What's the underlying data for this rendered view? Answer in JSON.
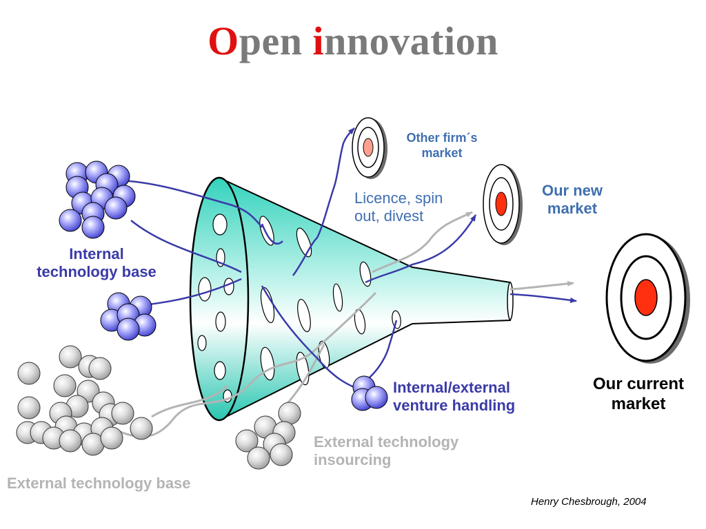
{
  "title": {
    "first_letter": "O",
    "rest_first": "pen ",
    "second_letter": "i",
    "rest_second": "nnovation"
  },
  "labels": {
    "internal_base_line1": "Internal",
    "internal_base_line2": "technology base",
    "other_firm_line1": "Other firm´s",
    "other_firm_line2": "market",
    "licence_line1": "Licence, spin",
    "licence_line2": "out, divest",
    "new_market_line1": "Our new",
    "new_market_line2": "market",
    "current_market_line1": "Our current",
    "current_market_line2": "market",
    "venture_line1": "Internal/external",
    "venture_line2": "venture handling",
    "insourcing_line1": "External technology",
    "insourcing_line2": "insourcing",
    "external_base": "External technology base",
    "citation": "Henry Chesbrough, 2004"
  },
  "colors": {
    "title_accent": "#e01010",
    "title_text": "#7a7a7a",
    "internal_blue": "#3a3aa8",
    "market_blue": "#3f6fb0",
    "external_gray": "#b4b4b4",
    "funnel_teal": "#3cd6c0",
    "target_red": "#ff3010"
  }
}
